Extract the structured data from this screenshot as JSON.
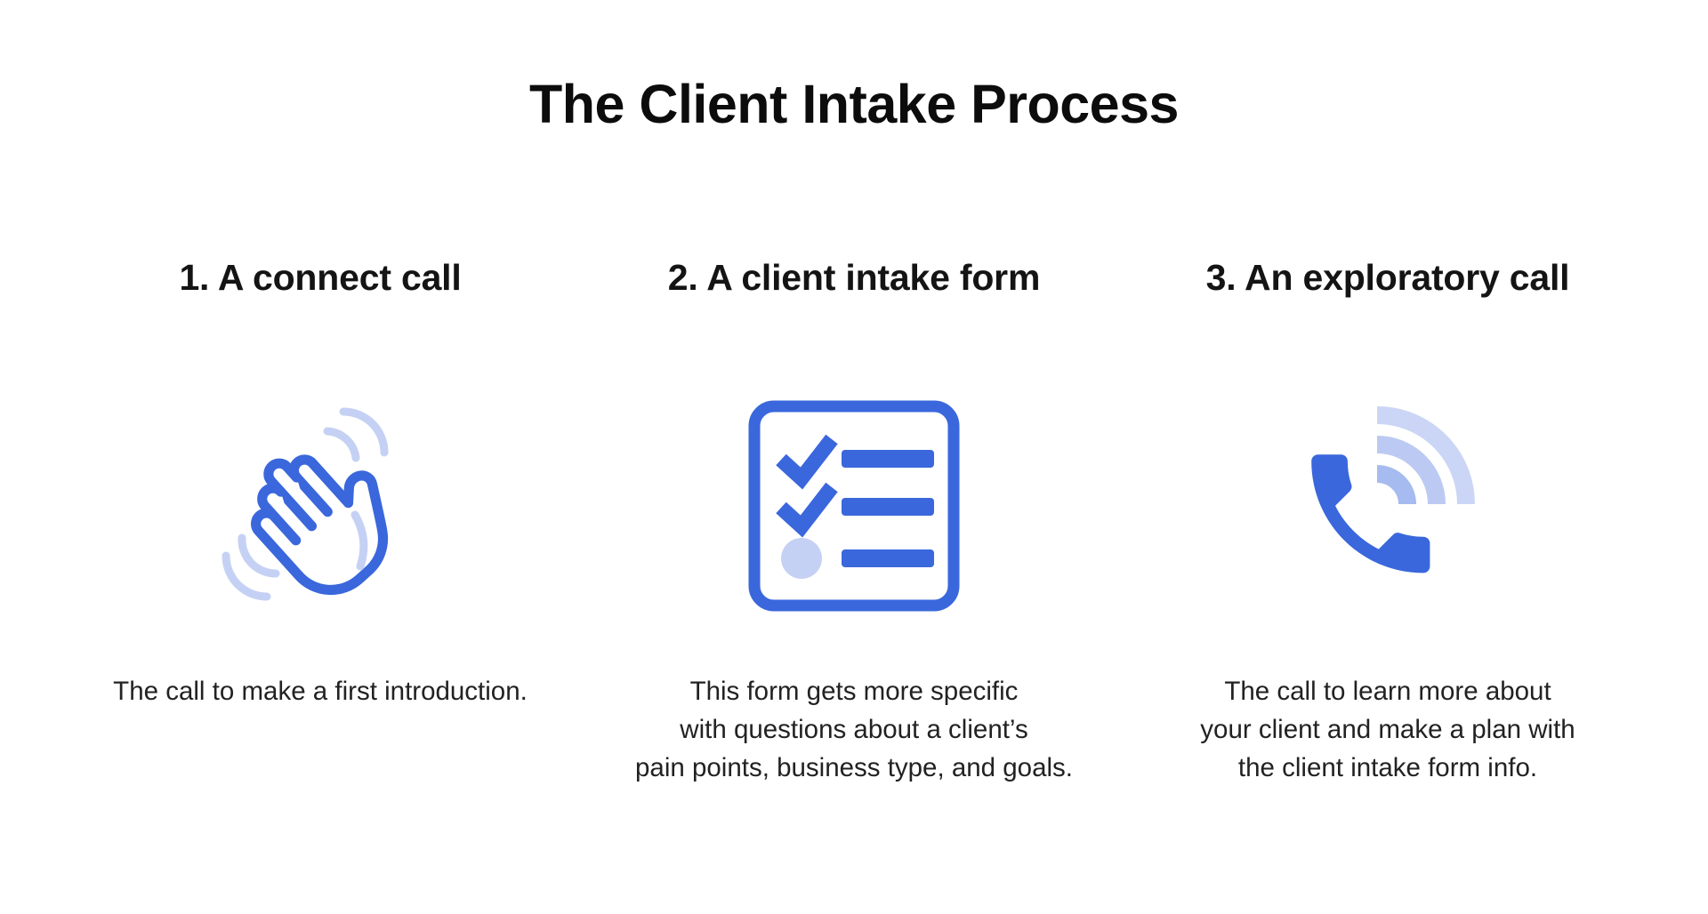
{
  "title": "The Client Intake Process",
  "colors": {
    "background": "#FEFFFE",
    "title_text": "#0C0C0C",
    "heading_text": "#141414",
    "body_text": "#222222",
    "blue": "#3A67DC",
    "light_blue": "#C5D1F4",
    "wave_1": "#A6BBEF",
    "wave_2": "#BCCAF3",
    "wave_3": "#CBD5F6"
  },
  "steps": [
    {
      "heading": "1. A connect call",
      "icon": "waving-hand-icon",
      "description": "The call to make a first introduction."
    },
    {
      "heading": "2. A client intake form",
      "icon": "checklist-icon",
      "description": "This form gets more specific\nwith questions about a client’s\npain points, business type, and goals."
    },
    {
      "heading": "3. An exploratory call",
      "icon": "phone-call-icon",
      "description": "The call to learn more about\nyour client and make a plan with\nthe client intake form info."
    }
  ]
}
